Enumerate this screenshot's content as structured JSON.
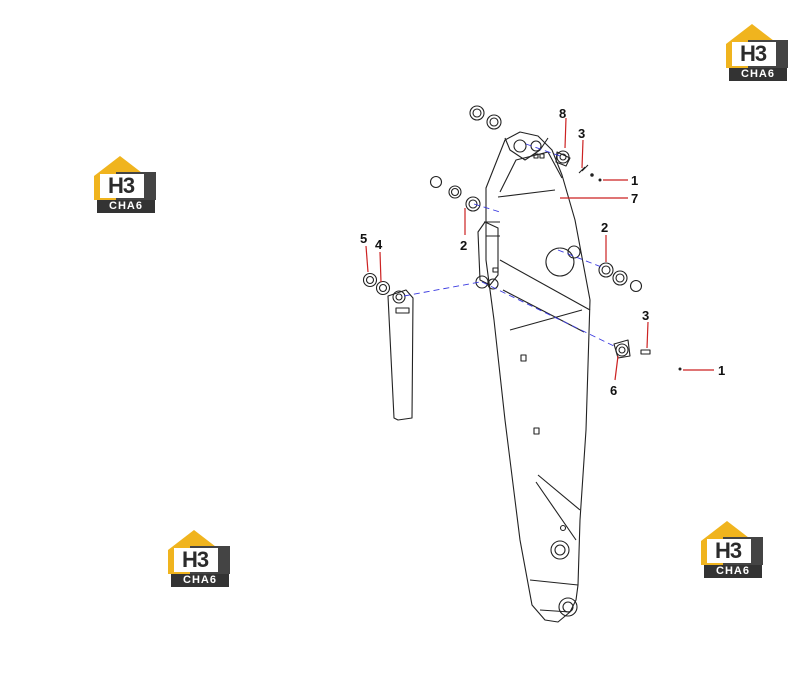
{
  "watermark": {
    "logo_text": "H3",
    "bar_text": "CHA6",
    "accent_color": "#f0b41e"
  },
  "callouts": {
    "c8": "8",
    "c3a": "3",
    "c1a": "1",
    "c7": "7",
    "c2a": "2",
    "c2b": "2",
    "c5": "5",
    "c4": "4",
    "c3b": "3",
    "c6": "6",
    "c1b": "1"
  },
  "colors": {
    "leader": "#cc2222",
    "centerline": "#3a3ae0",
    "outline": "#222222"
  }
}
